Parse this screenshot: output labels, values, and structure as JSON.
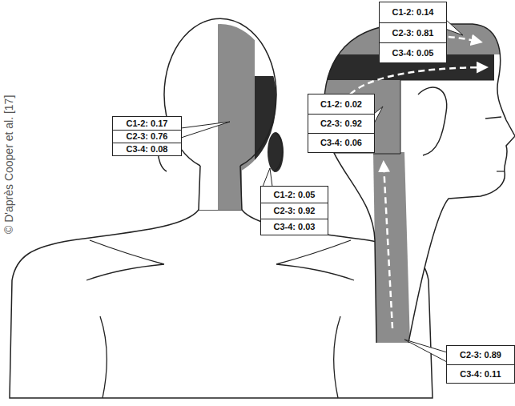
{
  "diagram": {
    "nodes": [
      {
        "text": [
          "C1-2: 0.14",
          "C2-3: 0.81",
          "C3-4: 0.05"
        ]
      },
      {
        "text": [
          "C1-2: 0.02",
          "C2-3: 0.92",
          "C3-4: 0.06"
        ]
      },
      {
        "text": [
          "C1-2: 0.17",
          "C2-3: 0.76",
          "C3-4: 0.08"
        ]
      },
      {
        "text": [
          "C1-2: 0.05",
          "C2-3: 0.92",
          "C3-4: 0.03"
        ]
      },
      {
        "text": [
          "C2-3: 0.89",
          "C3-4: 0.11"
        ]
      }
    ],
    "labels": [
      "© D'après Cooper et al. [17]"
    ]
  }
}
